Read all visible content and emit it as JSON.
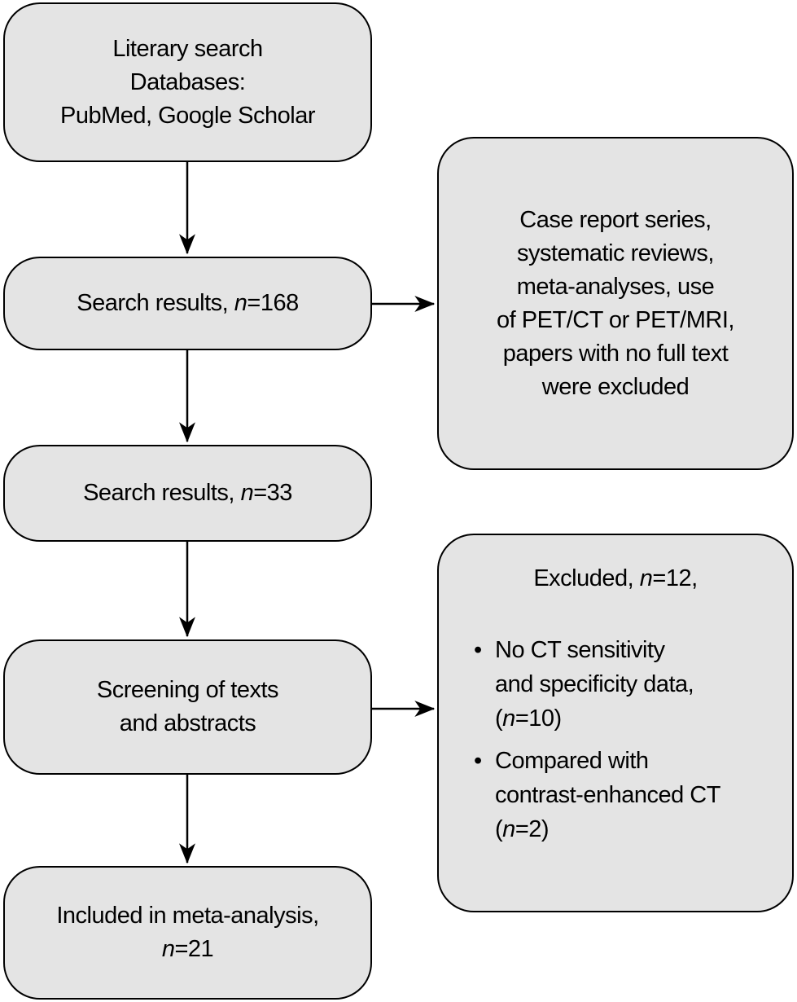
{
  "figure": {
    "type": "flowchart",
    "colors": {
      "box_fill": "#e4e4e4",
      "box_border": "#000000",
      "arrow": "#000000",
      "background": "#ffffff"
    },
    "boxes": {
      "literary_search": {
        "lines": [
          "Literary search",
          "Databases:",
          "PubMed, Google Scholar"
        ]
      },
      "search_results_168": {
        "pre": "Search results, ",
        "n": "n",
        "post": "=168"
      },
      "case_report_exclusions": {
        "lines": [
          "Case report series,",
          "systematic reviews,",
          "meta-analyses, use",
          "of PET/CT or PET/MRI,",
          "papers with no full text",
          "were excluded"
        ]
      },
      "search_results_33": {
        "pre": "Search results, ",
        "n": "n",
        "post": "=33"
      },
      "screening": {
        "lines": [
          "Screening of texts",
          "and abstracts"
        ]
      },
      "excluded": {
        "title": {
          "pre": "Excluded, ",
          "n": "n",
          "post": "=12,"
        },
        "bullet_char": "•",
        "bullets": [
          {
            "line1": "No CT sensitivity",
            "line2": "and specificity data,",
            "line3": {
              "pre": "(",
              "n": "n",
              "post": "=10)"
            }
          },
          {
            "line1": "Compared with",
            "line2": "contrast-enhanced CT",
            "line3": {
              "pre": "(",
              "n": "n",
              "post": "=2)"
            }
          }
        ]
      },
      "included": {
        "line1": "Included in meta-analysis,",
        "line2": {
          "n": "n",
          "post": "=21"
        }
      }
    }
  }
}
